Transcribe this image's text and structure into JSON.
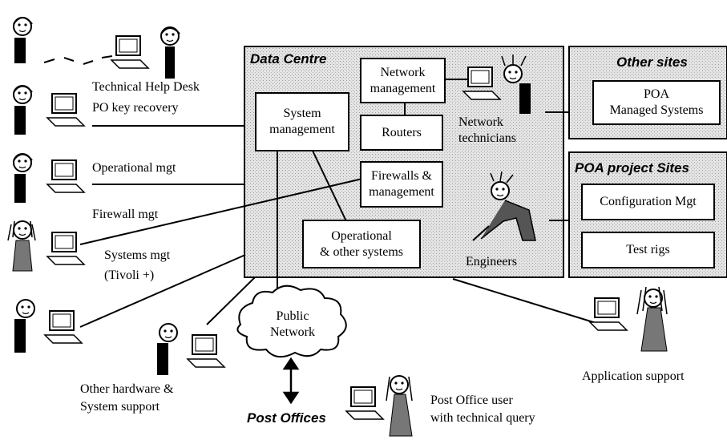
{
  "colors": {
    "panel_fill": "#dcdcdc",
    "line": "#000000",
    "box_fill": "#ffffff"
  },
  "regions": {
    "data_centre": "Data Centre",
    "other_sites": "Other sites",
    "poa_project_sites": "POA project Sites",
    "post_offices": "Post Offices",
    "public_network": "Public\nNetwork"
  },
  "boxes": {
    "system_management": "System\nmanagement",
    "network_management": "Network\nmanagement",
    "routers": "Routers",
    "firewalls": "Firewalls &\nmanagement",
    "operational_systems": "Operational\n& other systems",
    "poa_managed_systems": "POA\nManaged Systems",
    "configuration_mgt": "Configuration Mgt",
    "test_rigs": "Test rigs"
  },
  "labels": {
    "technical_help_desk": "Technical Help Desk",
    "po_key_recovery": "PO key recovery",
    "operational_mgt": "Operational mgt",
    "firewall_mgt": "Firewall mgt",
    "systems_mgt": "Systems mgt",
    "tivoli": "(Tivoli +)",
    "network_technicians": "Network\ntechnicians",
    "engineers": "Engineers",
    "application_support": "Application support",
    "other_hardware": "Other hardware &",
    "system_support": "System support",
    "post_office_user": "Post Office user",
    "technical_query": "with technical query"
  },
  "icons": [
    "headset-person-icon",
    "computer-icon",
    "person-icon",
    "engineer-icon",
    "cloud-icon",
    "double-arrow-icon"
  ]
}
